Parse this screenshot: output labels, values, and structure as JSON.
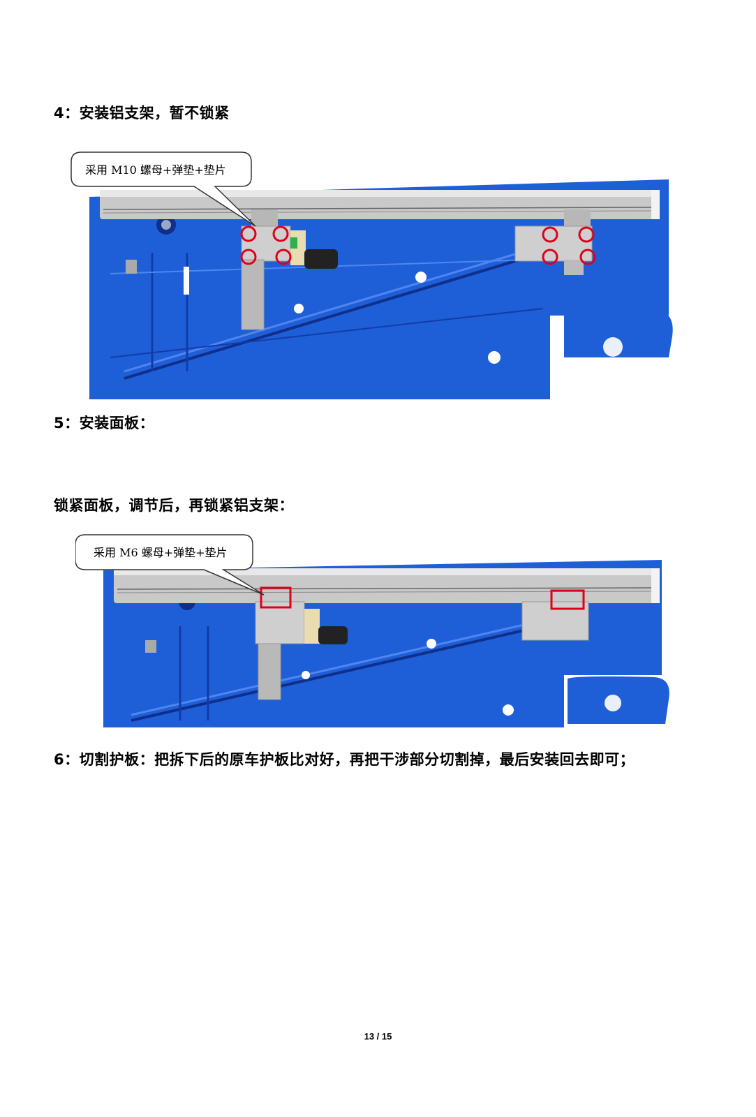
{
  "steps": [
    {
      "id": "step4",
      "heading": "4：安装铝支架，暂不锁紧"
    },
    {
      "id": "step5",
      "heading": "5：安装面板："
    },
    {
      "id": "step5b",
      "heading": "锁紧面板，调节后，再锁紧铝支架："
    },
    {
      "id": "step6",
      "heading": "6：切割护板：把拆下后的原车护板比对好，再把干涉部分切割掉，最后安装回去即可；"
    }
  ],
  "figures": [
    {
      "id": "fig1",
      "callout": "采用 M10 螺母+弹垫+垫片",
      "marker_type": "red-circles"
    },
    {
      "id": "fig2",
      "callout": "采用 M6 螺母+弹垫+垫片",
      "marker_type": "red-rectangles"
    }
  ],
  "colors": {
    "body_blue": "#1e5fd8",
    "rail_gray": "#c9c9c9",
    "marker_red": "#e0001a"
  },
  "page": {
    "label": "13 / 15"
  }
}
